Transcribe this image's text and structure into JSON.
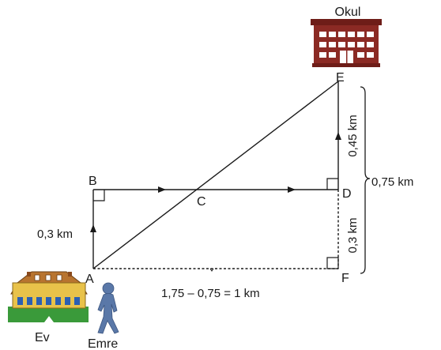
{
  "points": {
    "A": "A",
    "B": "B",
    "C": "C",
    "D": "D",
    "E": "E",
    "F": "F"
  },
  "labels": {
    "school": "Okul",
    "home": "Ev",
    "person": "Emre",
    "ab_distance": "0,3 km",
    "de_distance": "0,45 km",
    "df_distance": "0,3 km",
    "total_vertical": "0,75 km",
    "af_distance": "1,75 – 0,75 = 1 km"
  },
  "colors": {
    "school_wall": "#8b2a24",
    "school_roof": "#6e1d18",
    "window": "#ffffff",
    "house_wall": "#e8c24a",
    "house_roof": "#b8742f",
    "house_window": "#2b5fb3",
    "grass": "#3a9a3a",
    "person": "#5a78a8",
    "line": "#1a1a1a"
  },
  "icons": [
    "school-building-icon",
    "house-icon",
    "person-icon",
    "right-angle-marker",
    "direction-arrow"
  ]
}
